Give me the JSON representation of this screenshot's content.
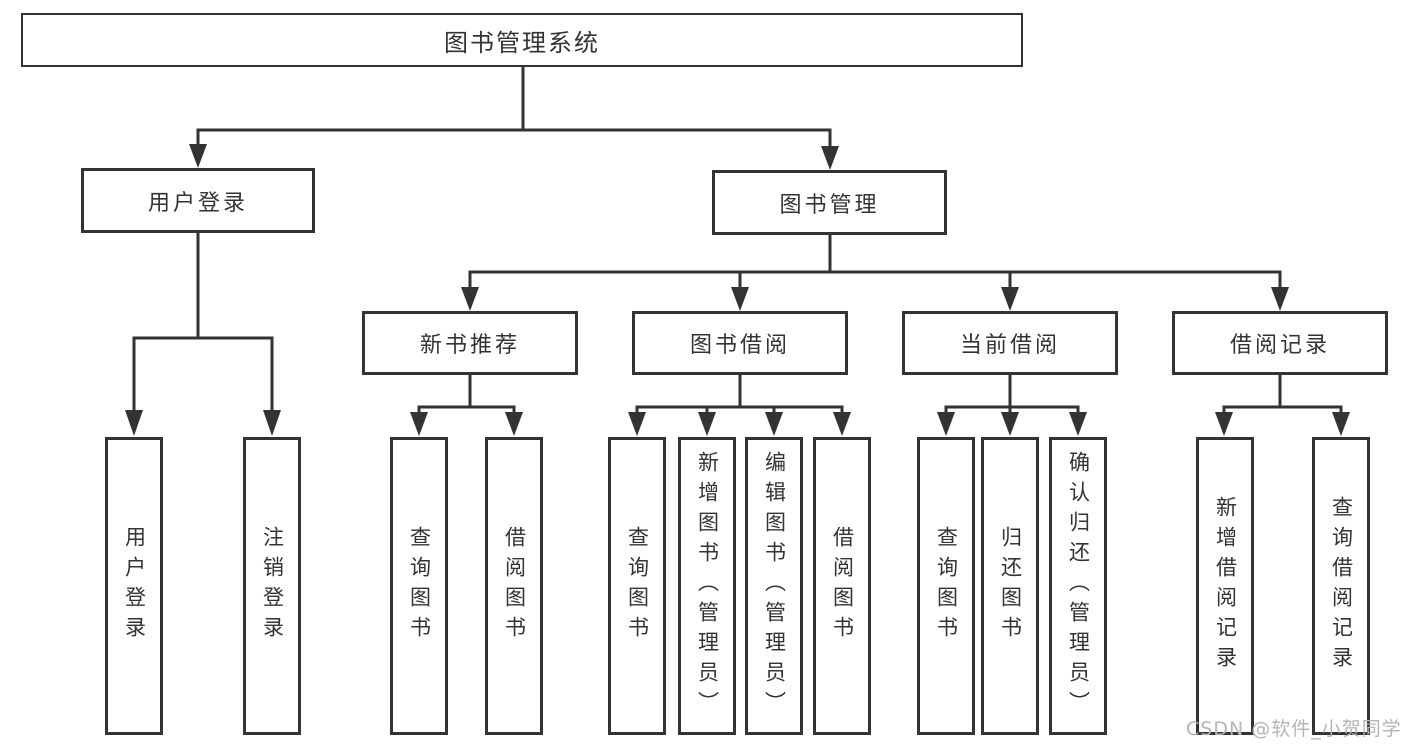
{
  "diagram": {
    "root": {
      "label": "图书管理系统"
    },
    "branches": [
      {
        "label": "用户登录",
        "children": [
          {
            "label": "用户登录"
          },
          {
            "label": "注销登录"
          }
        ]
      },
      {
        "label": "图书管理",
        "children": [
          {
            "label": "新书推荐",
            "children": [
              {
                "label": "查询图书"
              },
              {
                "label": "借阅图书"
              }
            ]
          },
          {
            "label": "图书借阅",
            "children": [
              {
                "label": "查询图书"
              },
              {
                "label": "新增图书（管理员）"
              },
              {
                "label": "编辑图书（管理员）"
              },
              {
                "label": "借阅图书"
              }
            ]
          },
          {
            "label": "当前借阅",
            "children": [
              {
                "label": "查询图书"
              },
              {
                "label": "归还图书"
              },
              {
                "label": "确认归还（管理员）"
              }
            ]
          },
          {
            "label": "借阅记录",
            "children": [
              {
                "label": "新增借阅记录"
              },
              {
                "label": "查询借阅记录"
              }
            ]
          }
        ]
      }
    ],
    "watermark": "CSDN @软件_小贺同学",
    "colors": {
      "line": "#333333",
      "text": "#333333",
      "background": "#ffffff",
      "watermark": "#b5b5b5"
    }
  }
}
